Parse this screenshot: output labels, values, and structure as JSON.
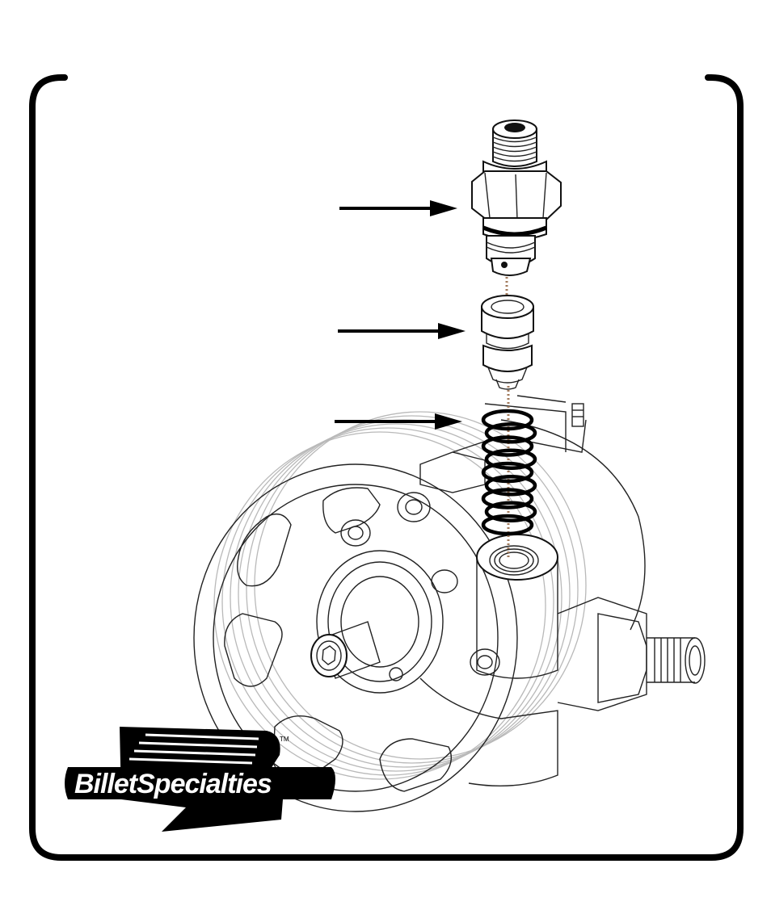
{
  "diagram": {
    "type": "exploded-assembly",
    "parts": [
      "fitting",
      "valve-piston",
      "spring",
      "power-steering-pump"
    ],
    "arrow_count": 3,
    "guide_line_color": "#a0785a",
    "frame_color": "#000000"
  },
  "logo": {
    "text": "BilletSpecialties",
    "trademark": "TM"
  }
}
